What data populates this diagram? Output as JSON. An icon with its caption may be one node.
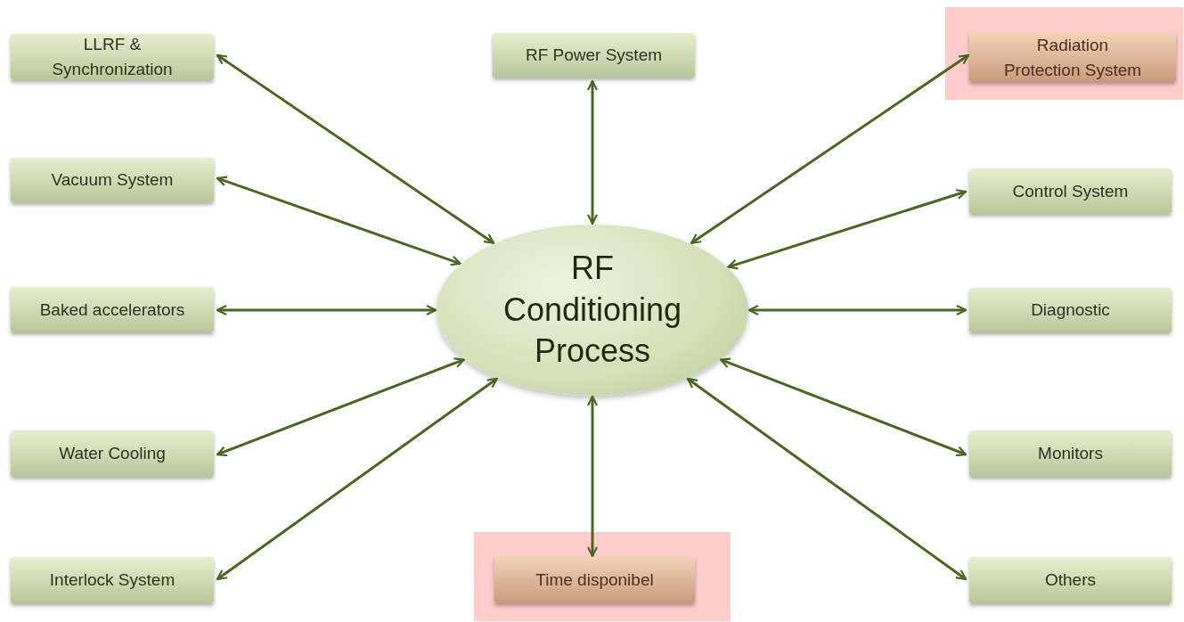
{
  "diagram": {
    "nodes": [
      {
        "text": [
          "LLRF & Synchronization"
        ]
      },
      {
        "text": [
          "RF Power System"
        ]
      },
      {
        "text": [],
        "shape": "box"
      },
      {
        "text": [
          "Radiation Protection System"
        ],
        "in": 2
      },
      {
        "text": [
          "Vacuum System"
        ]
      },
      {
        "text": [
          "Control System"
        ]
      },
      {
        "text": [
          "RF Conditioning Process"
        ]
      },
      {
        "text": [
          "Baked accelerators"
        ]
      },
      {
        "text": [
          "Diagnostic"
        ]
      },
      {
        "text": [],
        "shape": "box"
      },
      {
        "text": [
          "Water Cooling"
        ]
      },
      {
        "text": [
          "Monitors"
        ]
      },
      {
        "text": [
          "Interlock System"
        ]
      },
      {
        "text": [
          "Time disponibel"
        ],
        "in": 9
      },
      {
        "text": [
          "Others"
        ]
      }
    ],
    "edges": [
      {
        "from": 6,
        "to": 0,
        "arrow": "both"
      },
      {
        "from": 6,
        "to": 1,
        "arrow": "both"
      },
      {
        "from": 6,
        "to": 3,
        "arrow": "both"
      },
      {
        "from": 6,
        "to": 4,
        "arrow": "both"
      },
      {
        "from": 6,
        "to": 5,
        "arrow": "both"
      },
      {
        "from": 6,
        "to": 7,
        "arrow": "both"
      },
      {
        "from": 6,
        "to": 8,
        "arrow": "both"
      },
      {
        "from": 6,
        "to": 10,
        "arrow": "both"
      },
      {
        "from": 6,
        "to": 11,
        "arrow": "both"
      },
      {
        "from": 6,
        "to": 12,
        "arrow": "both"
      },
      {
        "from": 6,
        "to": 13,
        "arrow": "both"
      },
      {
        "from": 6,
        "to": 14,
        "arrow": "both"
      }
    ]
  }
}
